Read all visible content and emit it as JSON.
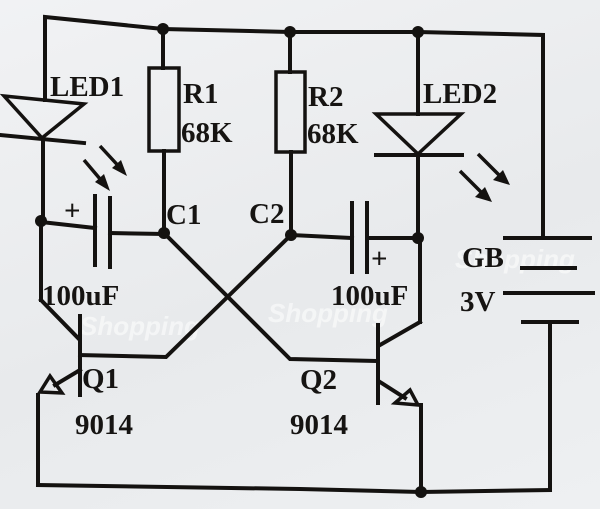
{
  "diagram": {
    "type": "circuit-schematic",
    "description": "Astable multivibrator LED flasher",
    "components": {
      "led1": {
        "label": "LED1"
      },
      "led2": {
        "label": "LED2"
      },
      "r1": {
        "label": "R1",
        "value": "68K"
      },
      "r2": {
        "label": "R2",
        "value": "68K"
      },
      "c1_node": {
        "label": "C1"
      },
      "c2_node": {
        "label": "C2"
      },
      "cap_left": {
        "polarity": "+",
        "value": "100uF"
      },
      "cap_right": {
        "polarity": "+",
        "value": "100uF"
      },
      "q1": {
        "label": "Q1",
        "part": "9014"
      },
      "q2": {
        "label": "Q2",
        "part": "9014"
      },
      "battery": {
        "label": "GB",
        "value": "3V"
      }
    },
    "watermark": {
      "text": "Shopping"
    },
    "colors": {
      "ink": "#141210",
      "paper": "#eceef0"
    }
  }
}
